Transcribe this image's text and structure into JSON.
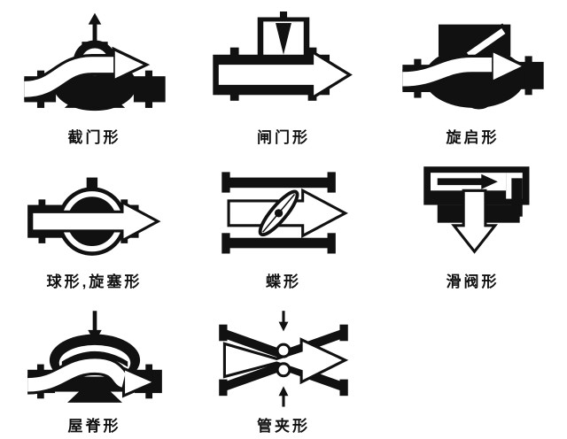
{
  "diagram": {
    "title": "valve-flow-types",
    "colors": {
      "ink": "#111111",
      "background": "#ffffff"
    },
    "items": [
      {
        "name": "globe-valve",
        "label": "截门形"
      },
      {
        "name": "gate-valve",
        "label": "闸门形"
      },
      {
        "name": "swing-valve",
        "label": "旋启形"
      },
      {
        "name": "ball-plug-valve",
        "label": "球形,旋塞形"
      },
      {
        "name": "butterfly-valve",
        "label": "蝶形"
      },
      {
        "name": "slide-valve",
        "label": "滑阀形"
      },
      {
        "name": "ridge-valve",
        "label": "屋脊形"
      },
      {
        "name": "pinch-valve",
        "label": "管夹形"
      }
    ]
  }
}
